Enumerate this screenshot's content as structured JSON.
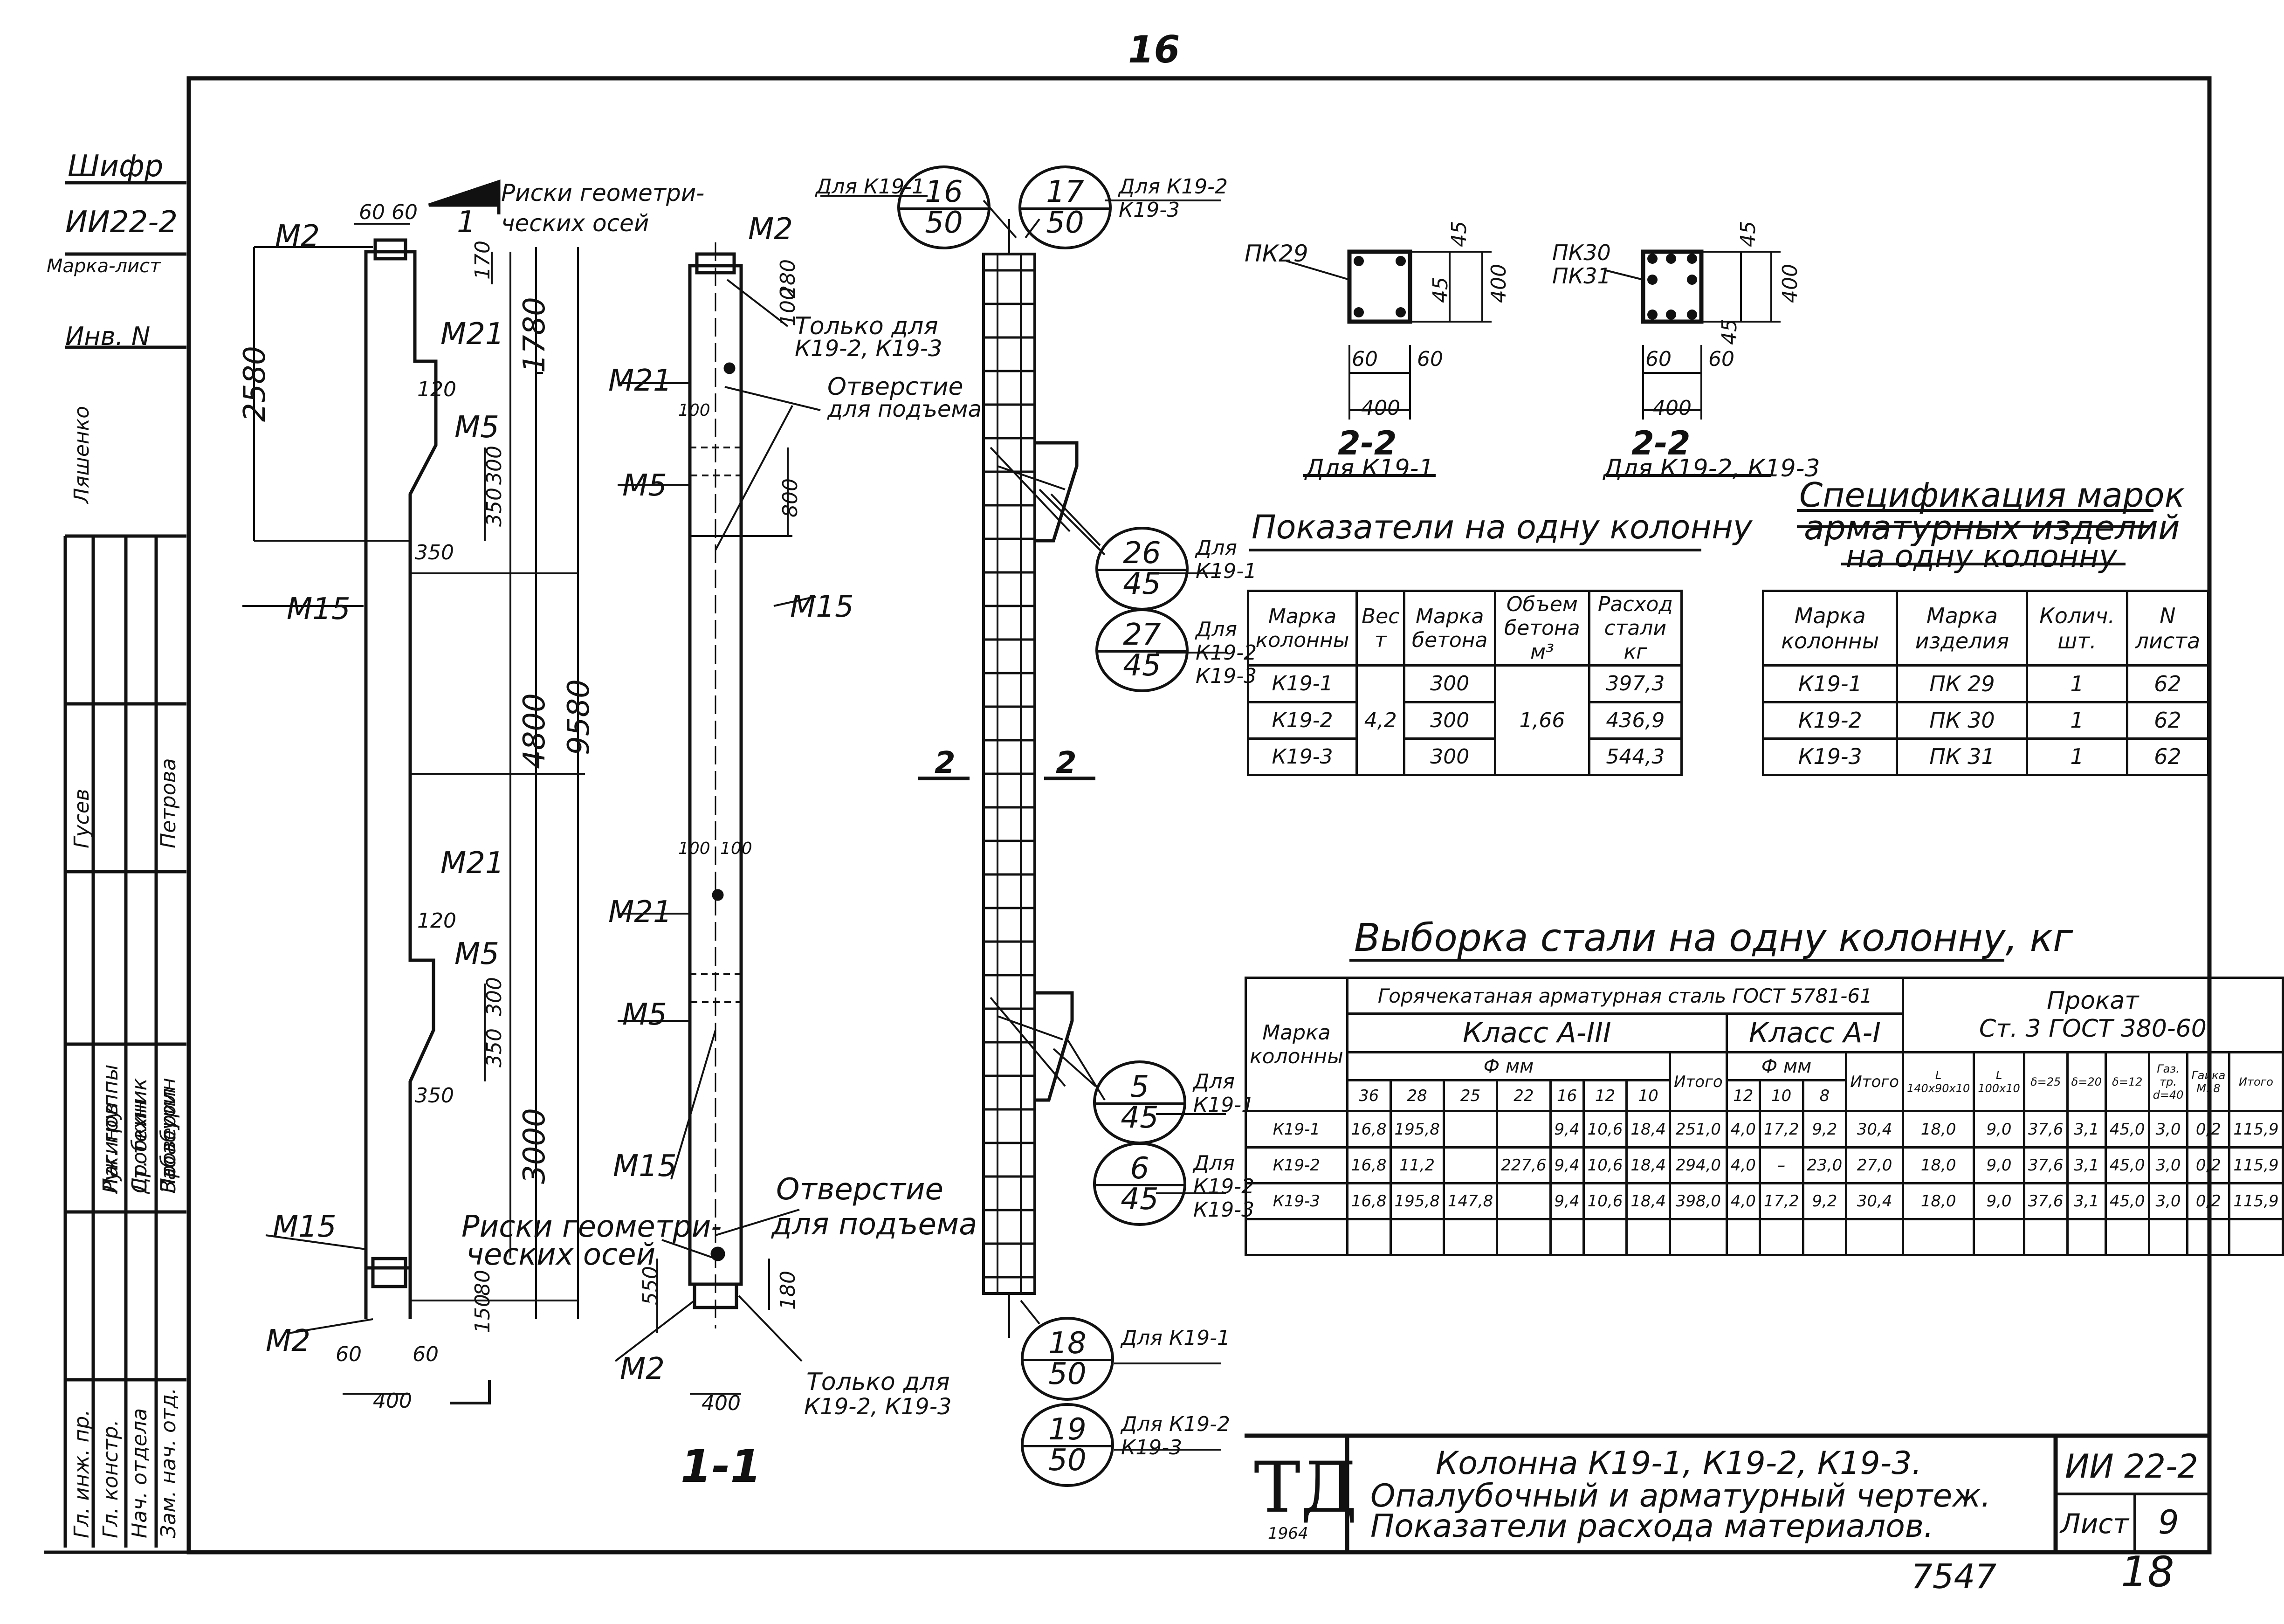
{
  "page_number": "16",
  "archive": {
    "num": "7547",
    "page": "18"
  },
  "left_strip": {
    "shifr_label": "Шифр",
    "shifr_value": "ИИ22-2",
    "marka_label": "Марка-лист",
    "inv_label": "Инв. N",
    "roles": [
      {
        "role": "Гл. инж. пр.",
        "name": ""
      },
      {
        "role": "Гл. констр.",
        "name": "Лагинов"
      },
      {
        "role": "Нач. отдела",
        "name": "Дробкин"
      },
      {
        "role": "Зам. нач. отд.",
        "name": "Забабурин"
      },
      {
        "role": "",
        "name": "Гусев"
      },
      {
        "role": "Рук. группы",
        "name": ""
      },
      {
        "role": "Ст. техник",
        "name": ""
      },
      {
        "role": "Проверил",
        "name": "Петрова"
      },
      {
        "role": "",
        "name": "Ляшенко"
      }
    ]
  },
  "elevation": {
    "m2_top": "М2",
    "m2_bot": "М2",
    "m21a": "М21",
    "m21b": "М21",
    "m5a": "М5",
    "m5b": "М5",
    "m15a": "М15",
    "m15b": "М15",
    "dim_60a": "60",
    "dim_60b": "60",
    "dim_60c": "60",
    "dim_60d": "60",
    "dim_2580": "2580",
    "dim_1780": "1780",
    "dim_4800": "4800",
    "dim_9580": "9580",
    "dim_3000": "3000",
    "dim_120a": "120",
    "dim_120b": "120",
    "dim_300a": "300",
    "dim_300b": "300",
    "dim_350a": "350",
    "dim_350b": "350",
    "dim_350c": "350",
    "dim_350d": "350",
    "dim_170": "170",
    "dim_400": "400",
    "dim_150": "150",
    "dim_80": "80",
    "axes_note_1": "Риски геометри-",
    "axes_note_2": "ческих осей",
    "section_mark": "1"
  },
  "side": {
    "m2_top": "М2",
    "m2_bot": "М2",
    "m21a": "М21",
    "m21b": "М21",
    "m5a": "М5",
    "m5b": "М5",
    "m15a": "М15",
    "m15b": "М15",
    "only_1": "Только для",
    "only_2": "К19-2, К19-3",
    "only_3": "Только для",
    "only_4": "К19-2, К19-3",
    "hole_1": "Отверстие",
    "hole_2": "для подъема",
    "hole_3": "Отверстие",
    "hole_4": "для подъема",
    "axes_1": "Риски геометри-",
    "axes_2": "ческих осей",
    "dim_800": "800",
    "dim_550": "550",
    "dim_100a": "100",
    "dim_100b": "100",
    "dim_100c": "100",
    "dim_100d": "100",
    "dim_400": "400",
    "dim_280": "280",
    "dim_180": "180",
    "section_label": "1-1"
  },
  "rebar": {
    "sec_mark_a": "2",
    "sec_mark_b": "2"
  },
  "callouts": [
    {
      "n1": "16",
      "n2": "50",
      "note": [
        "Для К19-1"
      ]
    },
    {
      "n1": "17",
      "n2": "50",
      "note": [
        "Для К19-2",
        "К19-3"
      ]
    },
    {
      "n1": "26",
      "n2": "45",
      "note": [
        "Для",
        "К19-1"
      ]
    },
    {
      "n1": "27",
      "n2": "45",
      "note": [
        "Для",
        "К19-2",
        "К19-3"
      ]
    },
    {
      "n1": "5",
      "n2": "45",
      "note": [
        "Для",
        "К19-1"
      ]
    },
    {
      "n1": "6",
      "n2": "45",
      "note": [
        "Для",
        "К19-2",
        "К19-3"
      ]
    },
    {
      "n1": "18",
      "n2": "50",
      "note": [
        "Для К19-1"
      ]
    },
    {
      "n1": "19",
      "n2": "50",
      "note": [
        "Для К19-2",
        "К19-3"
      ]
    }
  ],
  "sections": {
    "a_mark": "ПК29",
    "b_mark1": "ПК30",
    "b_mark2": "ПК31",
    "d45": "45",
    "d400": "400",
    "d60": "60",
    "a_title": "2-2",
    "a_sub": "Для К19-1",
    "b_title": "2-2",
    "b_sub": "Для К19-2, К19-3"
  },
  "indicators": {
    "title": "Показатели на одну колонну",
    "headers": [
      "Марка колонны",
      "Вес т",
      "Марка бетона",
      "Объем бетона м³",
      "Расход стали кг"
    ],
    "rows": [
      [
        "К19-1",
        "",
        "300",
        "",
        "397,3"
      ],
      [
        "К19-2",
        "",
        "300",
        "",
        "436,9"
      ],
      [
        "К19-3",
        "",
        "300",
        "",
        "544,3"
      ]
    ],
    "weight": "4,2",
    "volume": "1,66"
  },
  "spec": {
    "title1": "Спецификация марок",
    "title2": "арматурных изделий",
    "title3": "на одну колонну",
    "headers": [
      "Марка колонны",
      "Марка изделия",
      "Колич. шт.",
      "N листа"
    ],
    "rows": [
      [
        "К19-1",
        "ПК 29",
        "1",
        "62"
      ],
      [
        "К19-2",
        "ПК 30",
        "1",
        "62"
      ],
      [
        "К19-3",
        "ПК 31",
        "1",
        "62"
      ]
    ]
  },
  "steel": {
    "title": "Выборка стали на одну колонну, кг",
    "col_mark": "Марка колонны",
    "hot": "Горячекатаная арматурная сталь ГОСТ 5781-61",
    "classA3": "Класс А-III",
    "classA1": "Класс А-I",
    "prokat1": "Прокат",
    "prokat2": "Ст. 3 ГОСТ 380-60",
    "phi": "Ф мм",
    "d_a3": [
      "36",
      "28",
      "25",
      "22",
      "16",
      "12",
      "10"
    ],
    "d_a1": [
      "12",
      "10",
      "8"
    ],
    "itogo": "Итого",
    "prokat_cols": [
      "L 140х90х10",
      "L 100х10",
      "δ=25",
      "δ=20",
      "δ=12",
      "Газ. тр. d=40",
      "Гайка М18",
      "Итого"
    ],
    "rows": [
      {
        "mark": "К19-1",
        "a3": [
          "16,8",
          "195,8",
          "",
          "",
          "9,4",
          "10,6",
          "18,4"
        ],
        "a3t": "251,0",
        "a1": [
          "4,0",
          "17,2",
          "9,2"
        ],
        "a1t": "30,4",
        "p": [
          "18,0",
          "9,0",
          "37,6",
          "3,1",
          "45,0",
          "3,0",
          "0,2",
          "115,9"
        ]
      },
      {
        "mark": "К19-2",
        "a3": [
          "16,8",
          "11,2",
          "",
          "227,6",
          "9,4",
          "10,6",
          "18,4"
        ],
        "a3t": "294,0",
        "a1": [
          "4,0",
          "–",
          "23,0"
        ],
        "a1t": "27,0",
        "p": [
          "18,0",
          "9,0",
          "37,6",
          "3,1",
          "45,0",
          "3,0",
          "0,2",
          "115,9"
        ]
      },
      {
        "mark": "К19-3",
        "a3": [
          "16,8",
          "195,8",
          "147,8",
          "",
          "9,4",
          "10,6",
          "18,4"
        ],
        "a3t": "398,0",
        "a1": [
          "4,0",
          "17,2",
          "9,2"
        ],
        "a1t": "30,4",
        "p": [
          "18,0",
          "9,0",
          "37,6",
          "3,1",
          "45,0",
          "3,0",
          "0,2",
          "115,9"
        ]
      }
    ]
  },
  "stamp": {
    "logo": "ТД",
    "year": "1964",
    "line1": "Колонна К19-1, К19-2, К19-3.",
    "line2": "Опалубочный и арматурный чертеж.",
    "line3": "Показатели расхода материалов.",
    "code": "ИИ 22-2",
    "sheet_label": "Лист",
    "sheet_no": "9"
  }
}
